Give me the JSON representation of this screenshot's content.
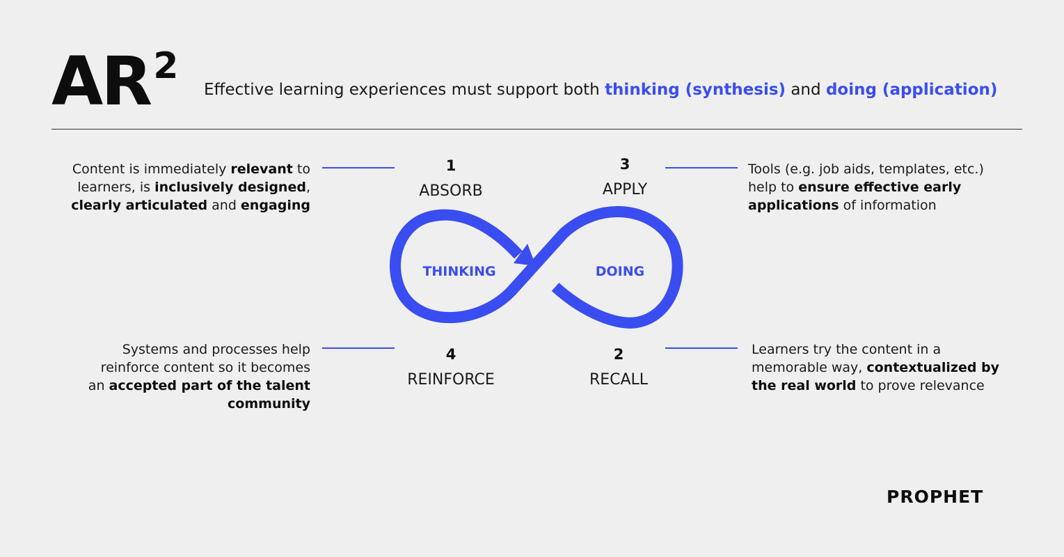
{
  "header": {
    "title_main": "AR",
    "title_sup": "2",
    "subtitle_prefix": "Effective learning experiences must support both ",
    "subtitle_accent_1": "thinking (synthesis)",
    "subtitle_mid": " and ",
    "subtitle_accent_2": "doing (application)"
  },
  "steps": {
    "absorb": {
      "number": "1",
      "label": "ABSORB",
      "desc_line1_a": "Content is immediately ",
      "desc_line1_b": "relevant",
      "desc_line1_c": " to",
      "desc_line2_a": "learners, is ",
      "desc_line2_b": "inclusively designed",
      "desc_line2_c": ",",
      "desc_line3_a": "clearly articulated",
      "desc_line3_b": " and ",
      "desc_line3_c": "engaging"
    },
    "apply": {
      "number": "3",
      "label": "APPLY",
      "desc_line1": "Tools (e.g. job aids, templates, etc.)",
      "desc_line2_a": "help to ",
      "desc_line2_b": "ensure effective early",
      "desc_line3_a": "applications",
      "desc_line3_b": " of information"
    },
    "reinforce": {
      "number": "4",
      "label": "REINFORCE",
      "desc_line1": "Systems and processes help",
      "desc_line2": "reinforce content so it becomes",
      "desc_line3_a": "an ",
      "desc_line3_b": "accepted part of the talent",
      "desc_line4": "community"
    },
    "recall": {
      "number": "2",
      "label": "RECALL",
      "desc_line1": "Learners try the content in a",
      "desc_line2_a": "memorable way, ",
      "desc_line2_b": "contextualized by",
      "desc_line3_a": "the real world",
      "desc_line3_b": " to prove relevance"
    }
  },
  "loop": {
    "left_label": "THINKING",
    "right_label": "DOING"
  },
  "brand": {
    "logo_text": "PROPHET"
  },
  "colors": {
    "accent": "#3a4df0",
    "background": "#efefef",
    "text": "#111111"
  }
}
